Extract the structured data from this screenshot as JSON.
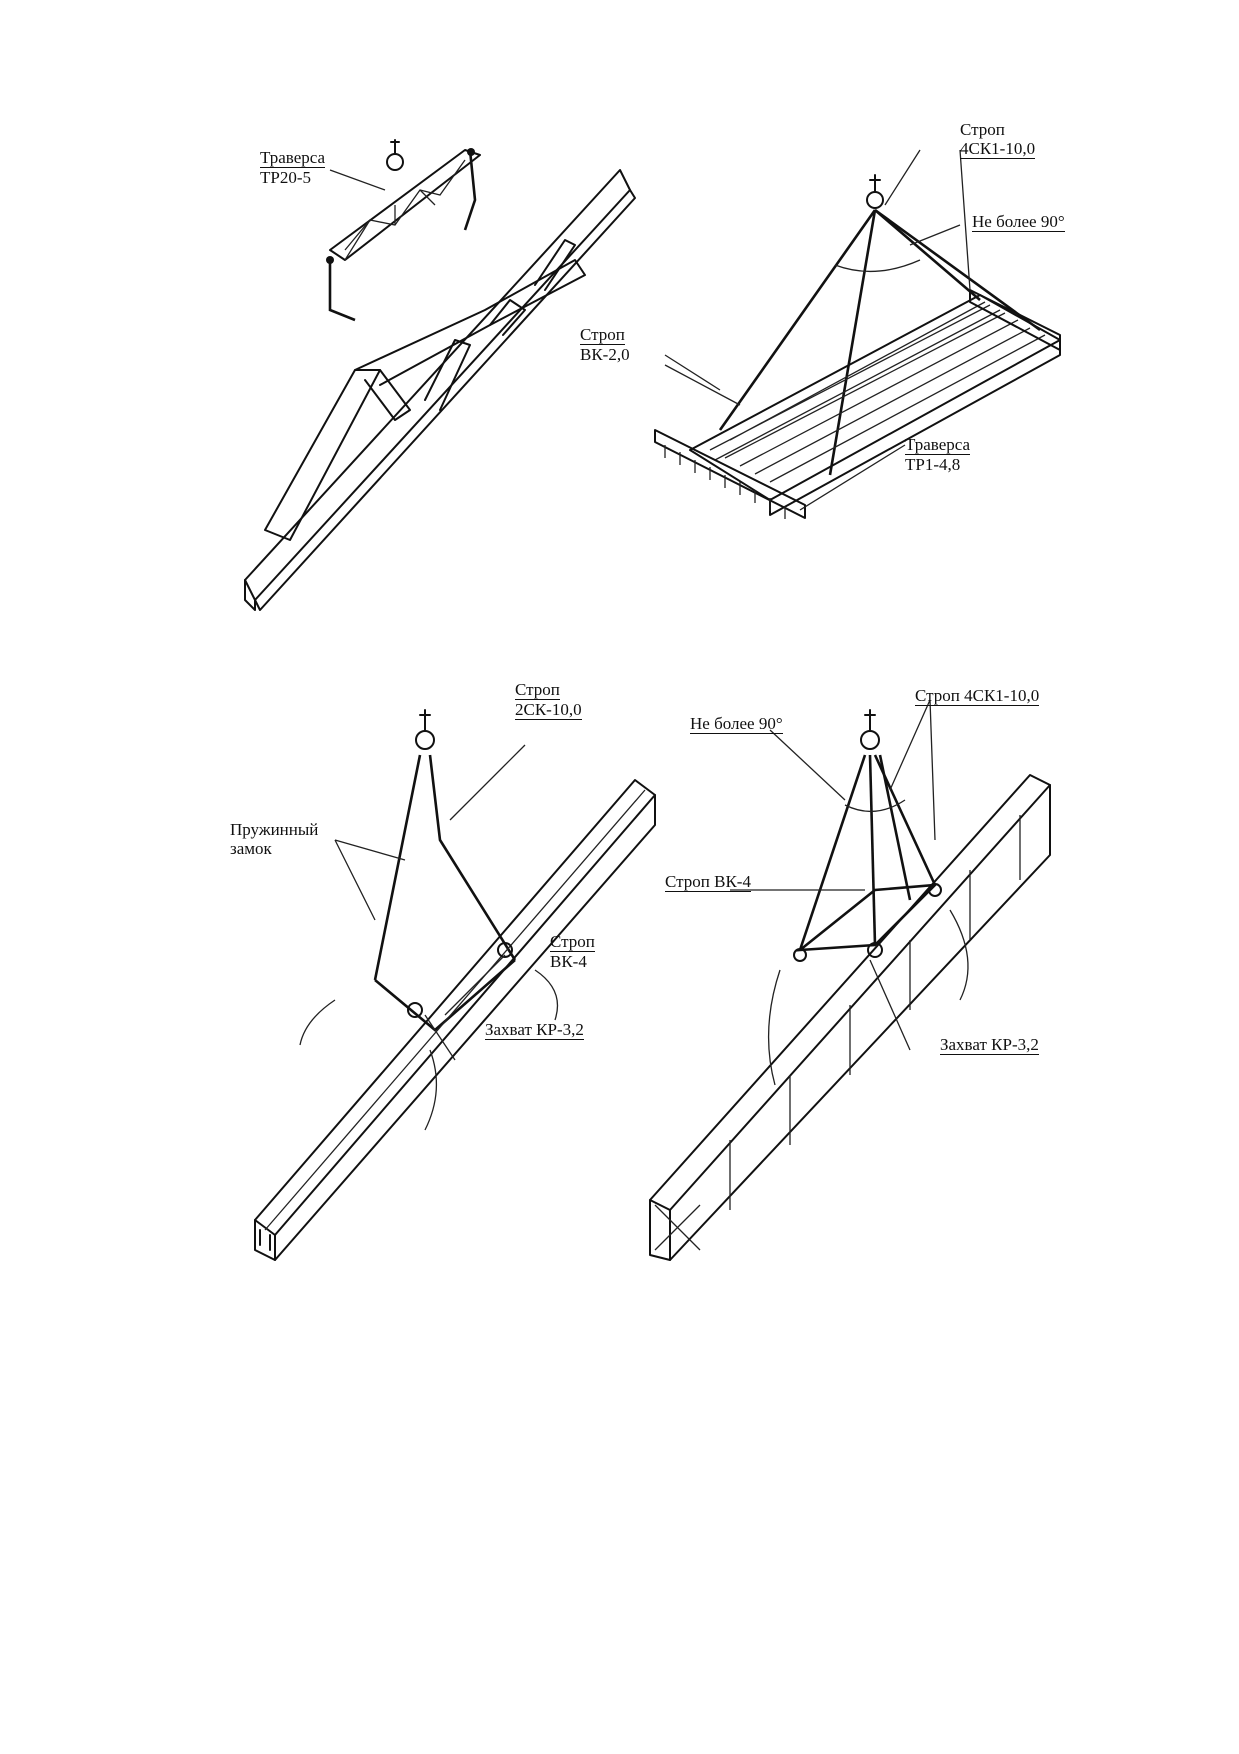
{
  "figures": {
    "top_left": {
      "traverse_label": "Траверса",
      "traverse_model": "ТР20-5"
    },
    "top_right": {
      "sling_label": "Строп",
      "sling_model": "4СК1-10,0",
      "angle_note": "Не более 90°",
      "small_sling_label": "Строп",
      "small_sling_model": "ВК-2,0",
      "traverse_label": "Траверса",
      "traverse_model": "ТР1-4,8"
    },
    "bottom_left": {
      "sling_label": "Строп",
      "sling_model": "2СК-10,0",
      "spring_lock_line1": "Пружинный",
      "spring_lock_line2": "замок",
      "sling2_label": "Строп",
      "sling2_model": "ВК-4",
      "grip": "Захват КР-3,2"
    },
    "bottom_right": {
      "sling": "Строп 4СК1-10,0",
      "angle_note": "Не более 90°",
      "sling2": "Строп ВК-4",
      "grip": "Захват КР-3,2"
    }
  }
}
